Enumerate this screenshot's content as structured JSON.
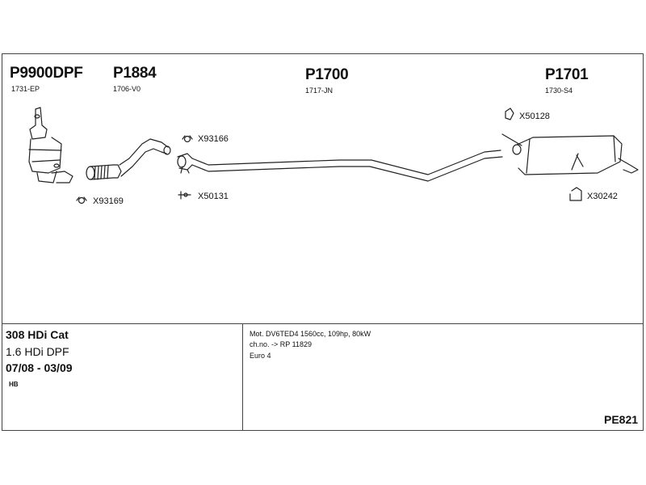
{
  "parts": [
    {
      "number": "P9900DPF",
      "code": "1731-EP"
    },
    {
      "number": "P1884",
      "code": "1706-V0"
    },
    {
      "number": "P1700",
      "code": "1717-JN"
    },
    {
      "number": "P1701",
      "code": "1730-S4"
    }
  ],
  "fittings": {
    "x93166": "X93166",
    "x93169": "X93169",
    "x50131": "X50131",
    "x50128": "X50128",
    "x30242": "X30242"
  },
  "vehicle": {
    "model": "308 HDi Cat",
    "engine": "1.6 HDi DPF",
    "years": "07/08 - 03/09",
    "body": "HB"
  },
  "details": {
    "motor": "Mot. DV6TED4 1560cc, 109hp, 80kW",
    "chassis": "ch.no. -> RP 11829",
    "norm": "Euro 4"
  },
  "diagram_code": "PE821"
}
